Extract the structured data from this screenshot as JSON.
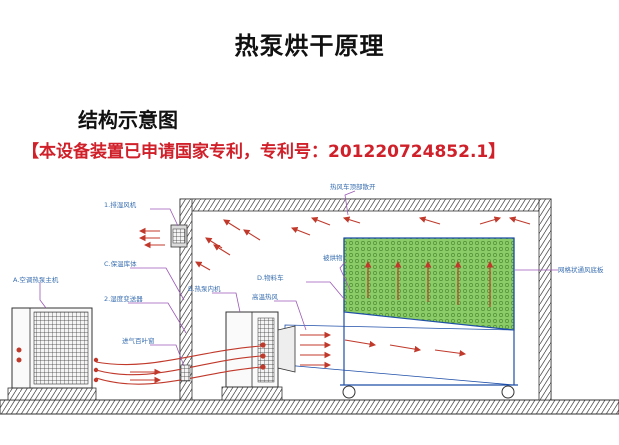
{
  "title": "热泵烘干原理",
  "subtitle": "结构示意图",
  "patent_note": "【本设备装置已申请国家专利，专利号：201220724852.1】",
  "labels": {
    "exhaust_fan": "1.排湿风机",
    "outdoor_unit": "A.空调热泵主机",
    "insulation_wall": "C.保温库体",
    "dehumid_valve": "2.湿度变送器",
    "indoor_unit": "B.热泵内机",
    "cart": "D.物料车",
    "hot_air_outlet": "高温热风",
    "fresh_air_inlet": "进气百叶窗",
    "material": "被烘物",
    "top_label": "热风车顶部散开",
    "mesh_plate": "网格状通风底板"
  },
  "colors": {
    "accent_red": "#d0202a",
    "label_blue": "#3a6fb0",
    "airflow_red": "#c0392b",
    "mesh_green": "#7fbf5a",
    "pipe_red": "#c0392b",
    "leader_purple": "#9b59b6"
  }
}
